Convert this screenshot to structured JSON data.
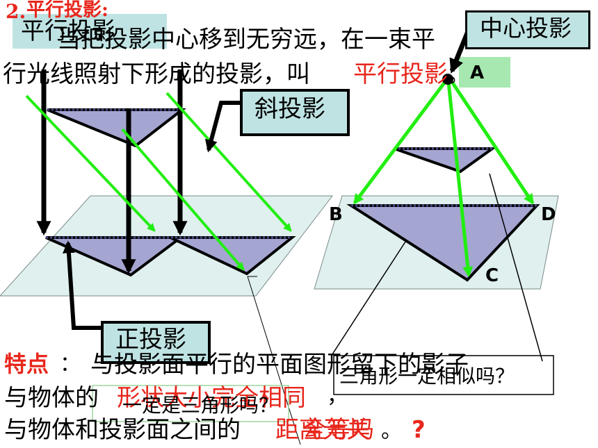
{
  "heading": {
    "number": "2.",
    "title": "平行投影:"
  },
  "box_parallel": "平行投影",
  "line1": "当把投影中心移到无穷远，在一束平",
  "line2_a": "行光线照射下形成的投影，叫",
  "line2_b": "平行投影",
  "line2_c": "。",
  "box_center": "中心投影",
  "box_oblique": "斜投影",
  "box_orthogonal": "正投影",
  "labels": {
    "A": "A",
    "B": "B",
    "C": "C",
    "D": "D"
  },
  "feature_label": "特点",
  "feature_colon": "：",
  "feature_line1": "与投影面平行的平面图形留下的影子",
  "feature_line2_a": "与物体的",
  "feature_line2_b": "形状大小完全相同",
  "feature_line2_c": "，",
  "feature_line3_a": "与物体和投影面之间的",
  "feature_line3_b": "距离无关",
  "feature_line3_c": "。",
  "overlay_question1": "三角形一定相似吗？",
  "overlay_question2": "一定是三角形吗？",
  "overlay_question3": "全等吗",
  "overlay_question_mark": "?",
  "colors": {
    "plane_fill": "#dff0ee",
    "triangle_fill": "#a5a5d2",
    "ray_green": "#22ee11",
    "accent_red": "#e8261c",
    "box_fill": "#bfe3e3",
    "label_box_green": "#a6e8b0"
  }
}
